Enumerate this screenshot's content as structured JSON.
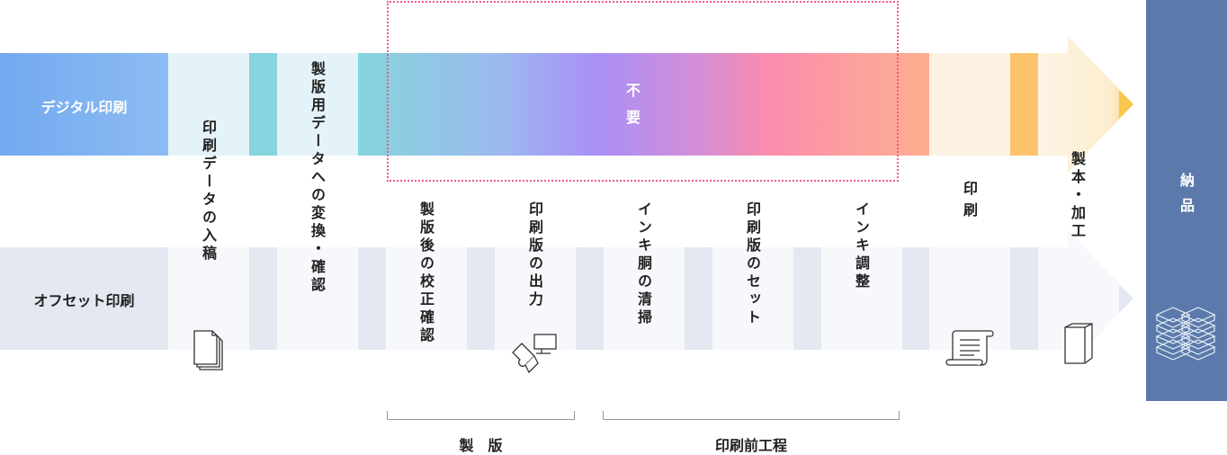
{
  "rows": {
    "digital": "デジタル印刷",
    "offset": "オフセット印刷"
  },
  "steps": {
    "print_data": "印刷データの入稿",
    "convert": "製版用データへの変換・確認",
    "proof": "製版後の校正確認",
    "plate_output": "印刷版の出力",
    "ink_clean": "インキ胴の清掃",
    "plate_set": "印刷版のセット",
    "ink_adjust": "インキ調整",
    "print": "印刷",
    "binding": "製本・加工",
    "delivery": "納品"
  },
  "unneeded": "不要",
  "groups": {
    "plate_making": "製　版",
    "prepress": "印刷前工程"
  },
  "colors": {
    "digital_band": "#7fb2f0",
    "offset_band": "#e3e8f1",
    "delivery": "#5b7aab",
    "dotted": "#ef5a8e"
  },
  "icons": [
    "document-stack-icon",
    "plate-monitor-icon",
    "scroll-print-icon",
    "book-icon",
    "stacked-books-icon"
  ]
}
